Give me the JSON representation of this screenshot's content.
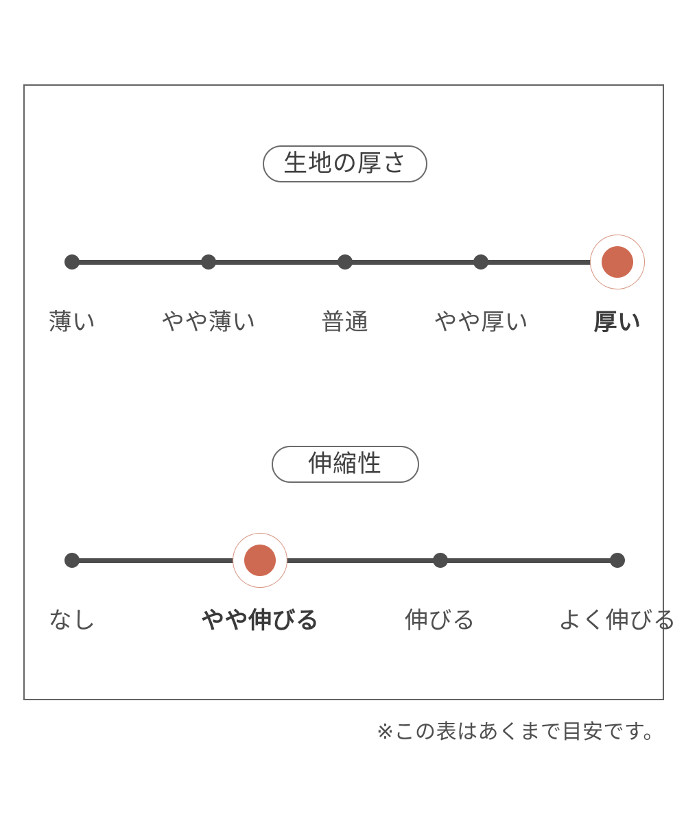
{
  "accent_color": "#cf6a52",
  "line_color": "#4d4d4d",
  "text_color": "#4f4f4f",
  "frame_color": "#636363",
  "chart_data": {
    "type": "table",
    "title": "",
    "scales": [
      {
        "name": "fabric-thickness",
        "badge_label": "生地の厚さ",
        "categories": [
          "薄い",
          "やや薄い",
          "普通",
          "やや厚い",
          "厚い"
        ],
        "selected_index": 4,
        "selected_label": "厚い",
        "values": [
          0,
          0,
          0,
          0,
          1
        ]
      },
      {
        "name": "stretchiness",
        "badge_label": "伸縮性",
        "categories": [
          "なし",
          "やや伸びる",
          "伸びる",
          "よく伸びる"
        ],
        "selected_index": 1,
        "selected_label": "やや伸びる",
        "values": [
          0,
          1,
          0,
          0
        ]
      }
    ]
  },
  "thickness": {
    "badge_label": "生地の厚さ",
    "labels": [
      "薄い",
      "やや薄い",
      "普通",
      "やや厚い",
      "厚い"
    ],
    "selected_index": 4
  },
  "stretch": {
    "badge_label": "伸縮性",
    "labels": [
      "なし",
      "やや伸びる",
      "伸びる",
      "よく伸びる"
    ],
    "selected_index": 1
  },
  "footnote": "※この表はあくまで目安です。"
}
